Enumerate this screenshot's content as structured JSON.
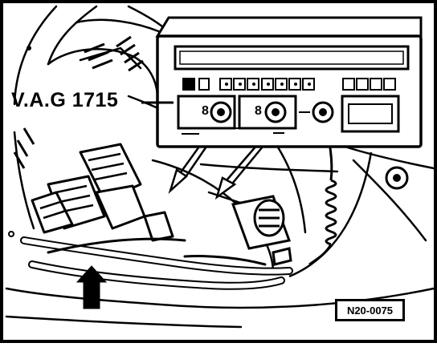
{
  "figure": {
    "tool_label": "V.A.G 1715",
    "reference_code": "N20-0075"
  },
  "meter": {
    "left_display_digit": "8",
    "right_display_digit": "8"
  },
  "colors": {
    "ink": "#000000",
    "paper": "#ffffff"
  }
}
